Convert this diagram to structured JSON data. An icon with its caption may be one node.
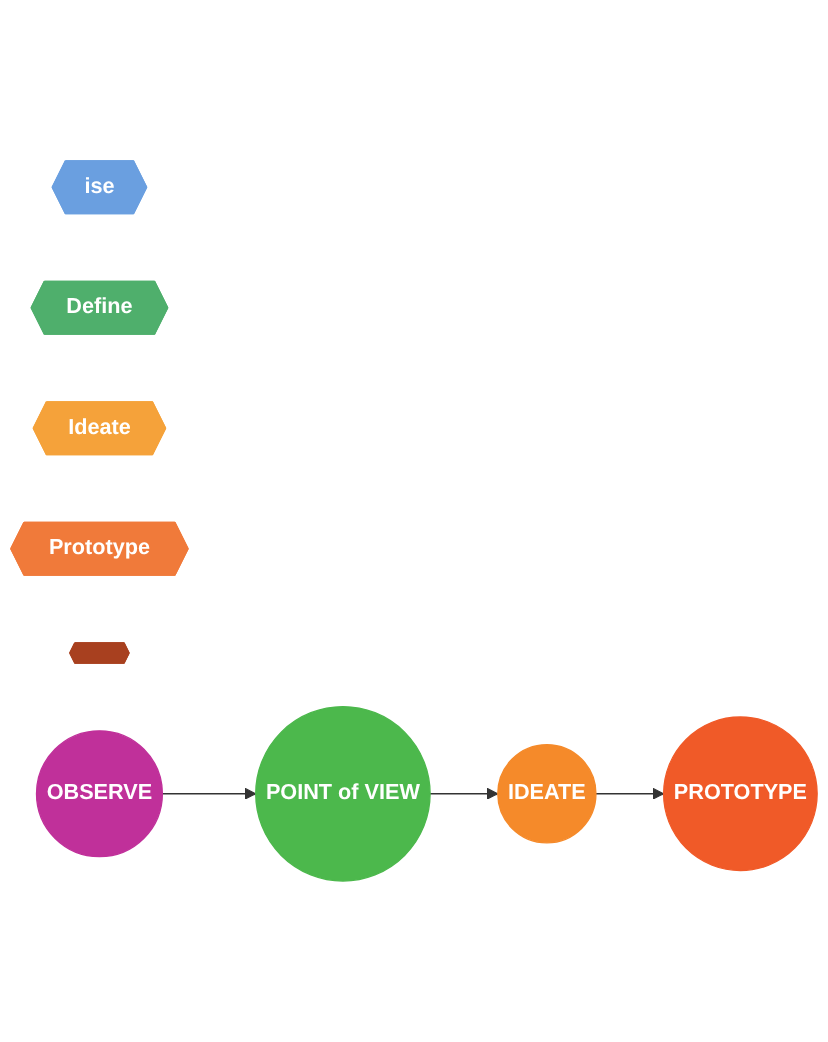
{
  "diagram": {
    "nodes": [
      {
        "text": [
          "ise"
        ]
      },
      {
        "text": [
          "Define"
        ]
      },
      {
        "text": [
          "Ideate"
        ]
      },
      {
        "text": [
          "Prototype"
        ]
      },
      {
        "text": [],
        "shape": "hexagon"
      },
      {
        "text": [
          "OBSERVE"
        ]
      },
      {
        "text": [
          "POINT of VIEW"
        ]
      },
      {
        "text": [
          "IDEATE"
        ]
      },
      {
        "text": [
          "PROTOTYPE"
        ]
      }
    ],
    "edges": [
      {
        "from": 5,
        "to": 6,
        "arrow": "to"
      },
      {
        "from": 6,
        "to": 7,
        "arrow": "to"
      },
      {
        "from": 7,
        "to": 8,
        "arrow": "to"
      }
    ]
  }
}
